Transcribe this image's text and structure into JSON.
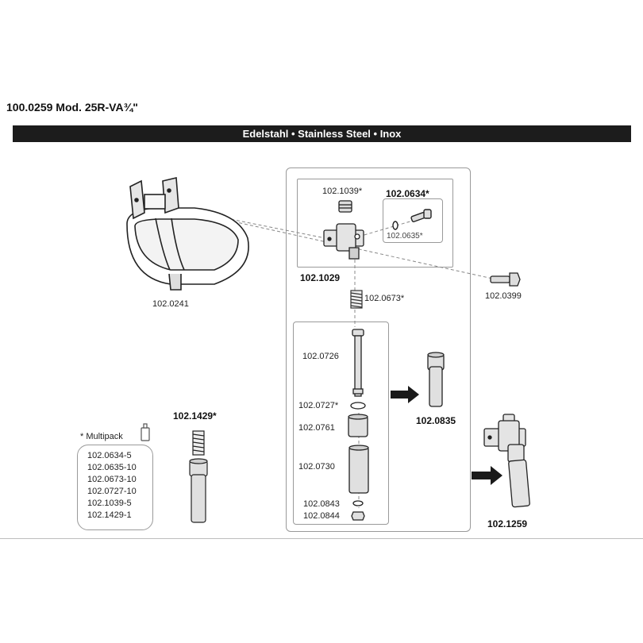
{
  "header": {
    "title": "100.0259 Mod. 25R-VA¾\"",
    "banner": "Edelstahl • Stainless Steel • Inox"
  },
  "parts": {
    "bowl": "102.0241",
    "bolt": "102.0399",
    "valve_body": "102.1039*",
    "valve_kit": "102.0634*",
    "oring": "102.0635*",
    "housing": "102.1029",
    "spring": "102.0673*",
    "pin": "102.0726",
    "washer": "102.0727*",
    "sleeve": "102.0761",
    "tube": "102.0730",
    "ring1": "102.0843",
    "nut": "102.0844",
    "assembly_tube": "102.0835",
    "complete_valve": "102.1259",
    "spring_tube": "102.1429*"
  },
  "multipack": {
    "label": "* Multipack",
    "items": [
      "102.0634-5",
      "102.0635-10",
      "102.0673-10",
      "102.0727-10",
      "102.1039-5",
      "102.1429-1"
    ]
  }
}
